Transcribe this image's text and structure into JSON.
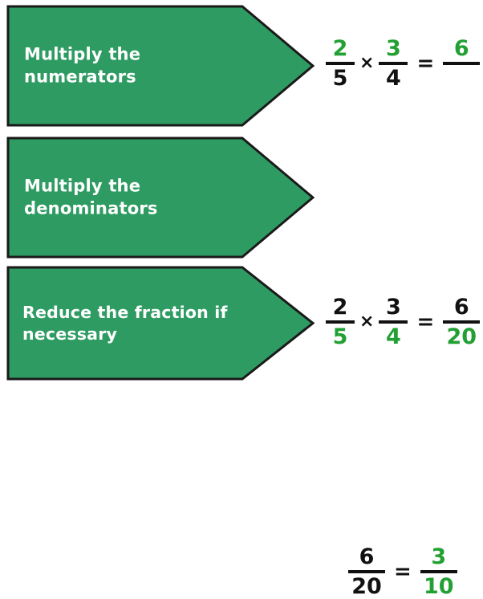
{
  "colors": {
    "arrow_fill": "#2e9c62",
    "arrow_border": "#1a1a1a",
    "arrow_text": "#ffffff",
    "math_black": "#111111",
    "math_green": "#23a033",
    "background": "#ffffff"
  },
  "steps": [
    {
      "id": "step-multiply-numerators",
      "label": "Multiply the\nnumerators",
      "equation": {
        "left": {
          "num": "2",
          "den": "5",
          "num_color": "green",
          "den_color": "black"
        },
        "operator": "×",
        "right": {
          "num": "3",
          "den": "4",
          "num_color": "green",
          "den_color": "black"
        },
        "equals": "=",
        "result": {
          "num": "6",
          "den": "",
          "num_color": "green",
          "den_color": "black"
        }
      }
    },
    {
      "id": "step-multiply-denominators",
      "label": "Multiply the\ndenominators",
      "equation": {
        "left": {
          "num": "2",
          "den": "5",
          "num_color": "black",
          "den_color": "green"
        },
        "operator": "×",
        "right": {
          "num": "3",
          "den": "4",
          "num_color": "black",
          "den_color": "green"
        },
        "equals": "=",
        "result": {
          "num": "6",
          "den": "20",
          "num_color": "black",
          "den_color": "green"
        }
      }
    },
    {
      "id": "step-reduce-fraction",
      "label": "Reduce the fraction if\nnecessary",
      "equation": {
        "left": {
          "num": "6",
          "den": "20",
          "num_color": "black",
          "den_color": "black"
        },
        "operator": "",
        "right": null,
        "equals": "=",
        "result": {
          "num": "3",
          "den": "10",
          "num_color": "green",
          "den_color": "green"
        }
      }
    }
  ]
}
